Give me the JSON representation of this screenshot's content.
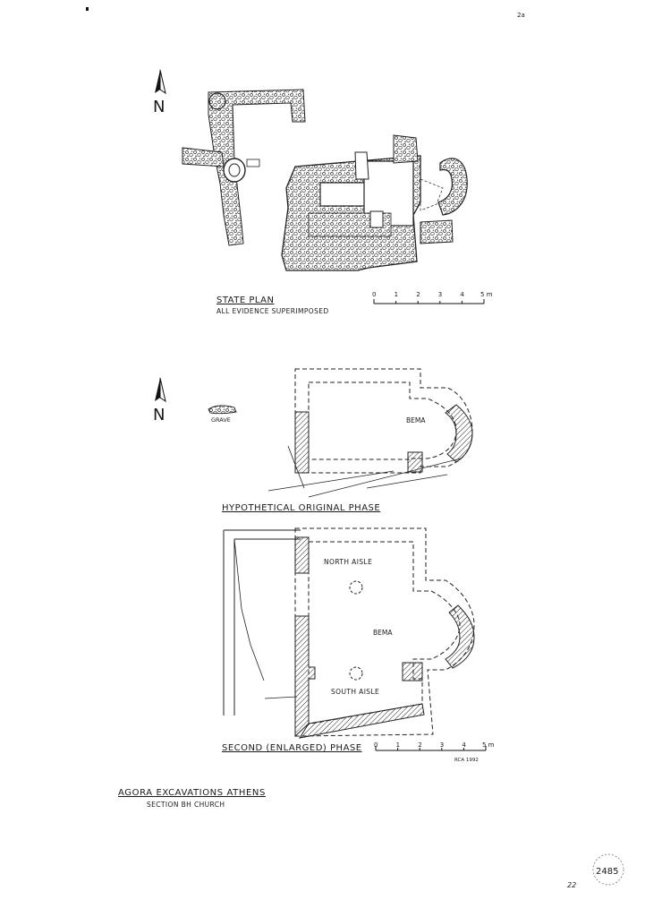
{
  "north_arrow_letter": "N",
  "state_plan": {
    "title": "STATE PLAN",
    "subtitle": "ALL EVIDENCE SUPERIMPOSED",
    "scale_ticks": [
      "0",
      "1",
      "2",
      "3",
      "4",
      "5 m"
    ]
  },
  "original_phase": {
    "title": "HYPOTHETICAL ORIGINAL PHASE",
    "grave_label": "GRAVE",
    "bema_label": "BEMA"
  },
  "second_phase": {
    "title": "SECOND (ENLARGED) PHASE",
    "north_aisle_label": "NORTH AISLE",
    "bema_label": "BEMA",
    "south_aisle_label": "SOUTH AISLE",
    "scale_ticks": [
      "0",
      "1",
      "2",
      "3",
      "4",
      "5 m"
    ],
    "credit": "RCA 1992"
  },
  "footer": {
    "title": "AGORA EXCAVATIONS ATHENS",
    "subtitle": "SECTION BH CHURCH"
  },
  "stamp_number": "2485",
  "page_number": "22",
  "corner_mark": "2a"
}
